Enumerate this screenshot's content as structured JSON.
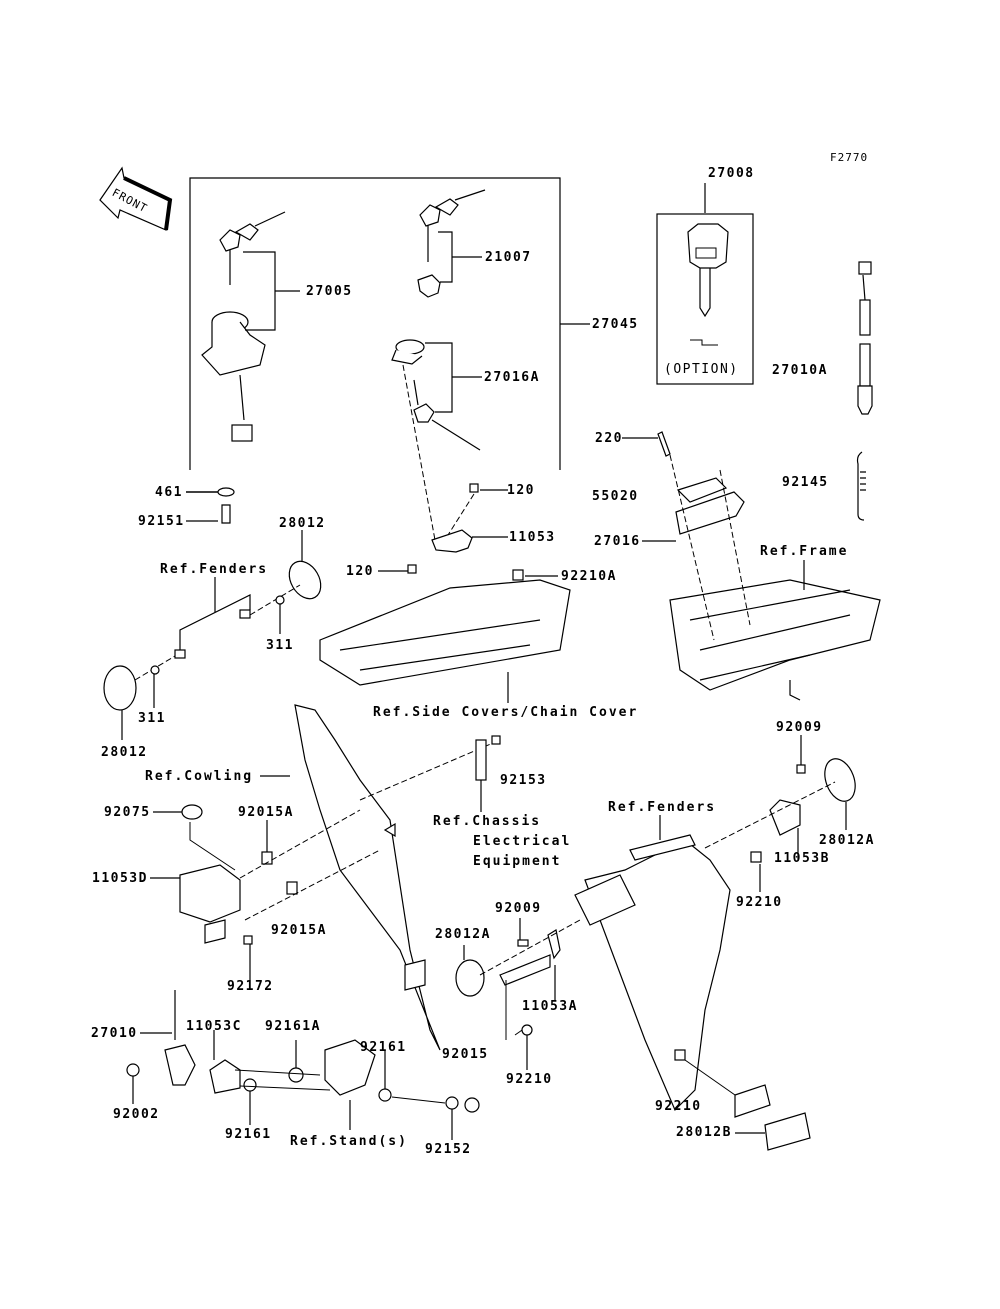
{
  "figure_code": "F2770",
  "front_indicator": {
    "label": "FRONT",
    "icon": "front-arrow-icon"
  },
  "option_box": {
    "part": "27008",
    "caption": "(OPTION)"
  },
  "parts": {
    "p27005": "27005",
    "p21007": "21007",
    "p27045": "27045",
    "p27016A": "27016A",
    "p27008": "27008",
    "p27010A": "27010A",
    "p220": "220",
    "p55020": "55020",
    "p92145": "92145",
    "p27016": "27016",
    "p461": "461",
    "p92151": "92151",
    "p120a": "120",
    "p11053": "11053",
    "p120b": "120",
    "p28012a": "28012",
    "p92210A": "92210A",
    "p311a": "311",
    "p311b": "311",
    "p28012b": "28012",
    "p92009a": "92009",
    "p92153": "92153",
    "p92075": "92075",
    "p92015Aa": "92015A",
    "p28012Aa": "28012A",
    "p11053D": "11053D",
    "p11053B": "11053B",
    "p92210a": "92210",
    "p92015Ab": "92015A",
    "p92009b": "92009",
    "p28012Ab": "28012A",
    "p92172": "92172",
    "p11053A": "11053A",
    "p27010": "27010",
    "p11053C": "11053C",
    "p92161A": "92161A",
    "p92161a": "92161",
    "p92015": "92015",
    "p92210b": "92210",
    "p92002": "92002",
    "p92161b": "92161",
    "p92152": "92152",
    "p92210c": "92210",
    "p28012B": "28012B"
  },
  "references": {
    "fenders_left": "Ref.Fenders",
    "frame": "Ref.Frame",
    "side_covers": "Ref.Side Covers/Chain Cover",
    "cowling": "Ref.Cowling",
    "chassis_line1": "Ref.Chassis",
    "chassis_line2": "Electrical",
    "chassis_line3": "Equipment",
    "fenders_right": "Ref.Fenders",
    "stands": "Ref.Stand(s)"
  }
}
